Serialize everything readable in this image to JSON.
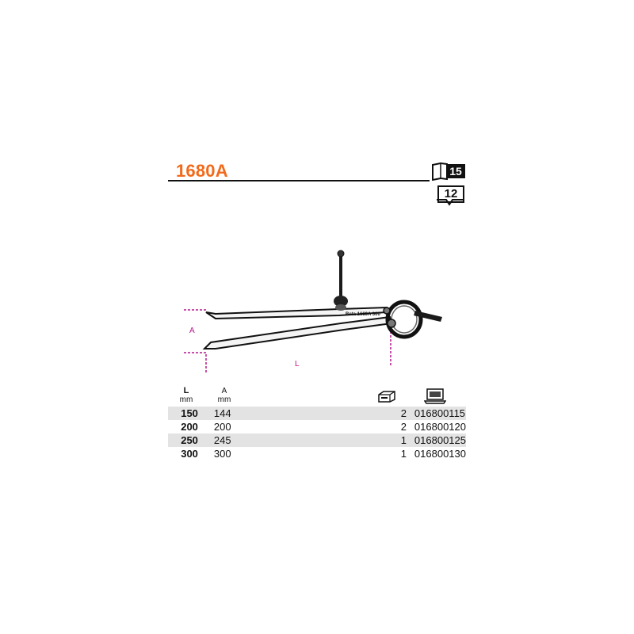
{
  "product": {
    "code": "1680A",
    "engraving": "Beta 1680A 300"
  },
  "badges": {
    "top": "15",
    "bottom": "12"
  },
  "dimensions": {
    "a_label": "A",
    "l_label": "L"
  },
  "table": {
    "headers": {
      "l_name": "L",
      "l_unit": "mm",
      "a_name": "A",
      "a_unit": "mm"
    },
    "rows": [
      {
        "l": "150",
        "a": "144",
        "qty": "2",
        "code": "016800115"
      },
      {
        "l": "200",
        "a": "200",
        "qty": "2",
        "code": "016800120"
      },
      {
        "l": "250",
        "a": "245",
        "qty": "1",
        "code": "016800125"
      },
      {
        "l": "300",
        "a": "300",
        "qty": "1",
        "code": "016800130"
      }
    ]
  },
  "colors": {
    "title": "#f26a1b",
    "dimension_lines": "#b5178f",
    "row_shade": "#e3e3e3"
  },
  "icons": [
    "catalog-book-icon",
    "package-quantity-icon",
    "toolbox-icon",
    "computer-icon"
  ]
}
